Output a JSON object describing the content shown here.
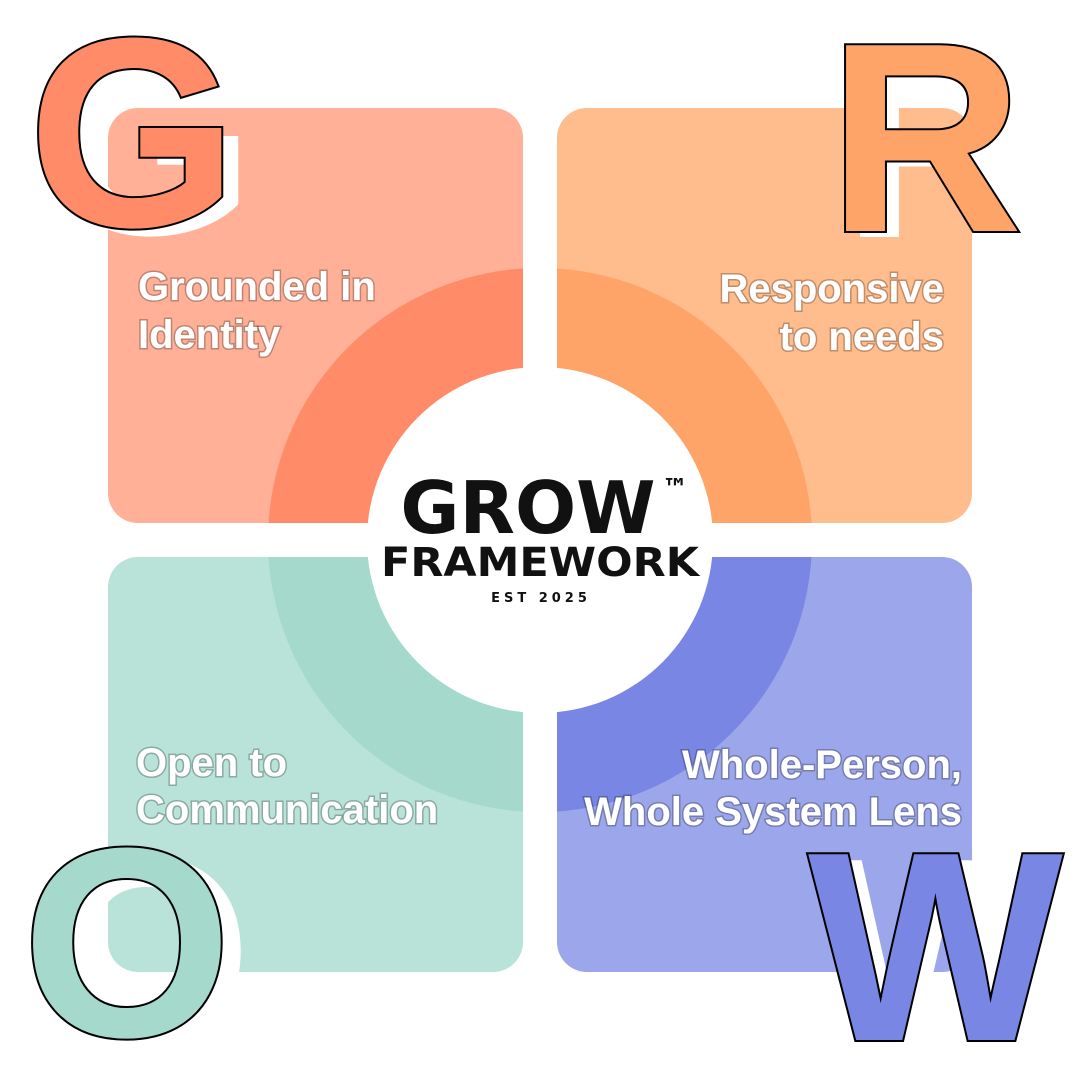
{
  "colors": {
    "g_tile": "#FFB097",
    "g_arc": "#FF8B68",
    "g_letter": "#FF8B68",
    "r_tile": "#FFBC8C",
    "r_arc": "#FFA469",
    "r_letter": "#FFA469",
    "o_tile": "#B9E3D8",
    "o_arc": "#A4D9CB",
    "o_letter": "#A4D9CB",
    "w_tile": "#9CA6EA",
    "w_arc": "#7986E4",
    "w_letter": "#7986E4",
    "center": "#ffffff",
    "text": "#ffffff"
  },
  "quadrants": {
    "g": {
      "letter": "G",
      "line1": "Grounded in",
      "line2": "Identity"
    },
    "r": {
      "letter": "R",
      "line1": "Responsive",
      "line2": "to needs"
    },
    "o": {
      "letter": "O",
      "line1": "Open to",
      "line2": "Communication"
    },
    "w": {
      "letter": "W",
      "line1": "Whole-Person,",
      "line2": "Whole System Lens"
    }
  },
  "logo": {
    "title": "GROW",
    "trademark": "™",
    "subtitle": "FRAMEWORK",
    "est": "EST 2025"
  }
}
